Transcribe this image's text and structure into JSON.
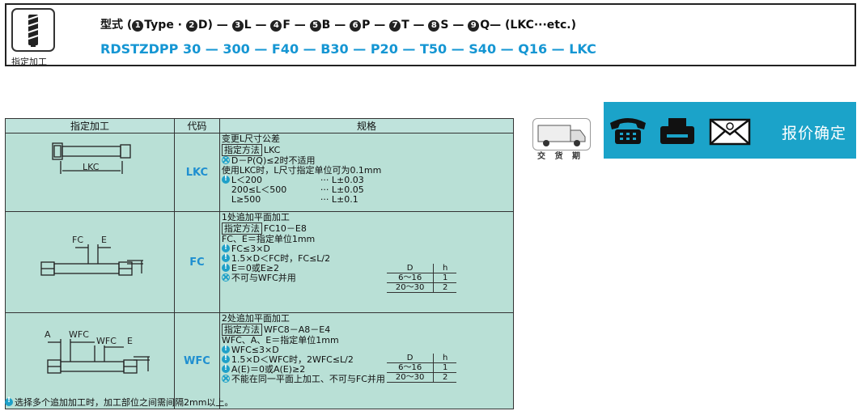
{
  "header": {
    "icon_label": "指定加工",
    "form_prefix": "型式 (",
    "form_parts": [
      {
        "num": "1",
        "text": "Type · "
      },
      {
        "num": "2",
        "text": "D) — "
      },
      {
        "num": "3",
        "text": "L — "
      },
      {
        "num": "4",
        "text": "F — "
      },
      {
        "num": "5",
        "text": "B — "
      },
      {
        "num": "6",
        "text": "P — "
      },
      {
        "num": "7",
        "text": "T — "
      },
      {
        "num": "8",
        "text": "S — "
      },
      {
        "num": "9",
        "text": "Q— "
      }
    ],
    "form_suffix": "(LKC···etc.)",
    "example": "RDSTZDPP 30 — 300 — F40 — B30 — P20 — T50 — S40 — Q16 — LKC"
  },
  "table": {
    "headers": [
      "指定加工",
      "代码",
      "规格"
    ],
    "rows": [
      {
        "code": "LKC",
        "dim_labels": [
          "LKC"
        ],
        "title": "变更L尺寸公差",
        "method_label": "指定方法",
        "method": "LKC",
        "cross_note": "D－P(Q)≤2时不适用",
        "note": "使用LKC时，L尺寸指定单位可为0.1mm",
        "tolerances": [
          {
            "range": "L＜200",
            "value": "··· L±0.03"
          },
          {
            "range": "200≤L＜500",
            "value": "··· L±0.05"
          },
          {
            "range": "L≥500",
            "value": "··· L±0.1"
          }
        ]
      },
      {
        "code": "FC",
        "dim_labels": [
          "FC",
          "E"
        ],
        "title": "1处追加平面加工",
        "method_label": "指定方法",
        "method": "FC10－E8",
        "note": "FC、E＝指定单位1mm",
        "tips": [
          "FC≤3×D",
          "1.5×D＜FC时，FC≤L/2",
          "E＝0或E≥2"
        ],
        "cross_note": "不可与WFC并用",
        "dh_table": {
          "headers": [
            "D",
            "h"
          ],
          "rows": [
            [
              "6～16",
              "1"
            ],
            [
              "20～30",
              "2"
            ]
          ]
        }
      },
      {
        "code": "WFC",
        "dim_labels": [
          "A",
          "WFC",
          "WFC",
          "E"
        ],
        "title": "2处追加平面加工",
        "method_label": "指定方法",
        "method": "WFC8－A8－E4",
        "note": "WFC、A、E＝指定单位1mm",
        "tips": [
          "WFC≤3×D",
          "1.5×D＜WFC时，2WFC≤L/2",
          "A(E)＝0或A(E)≥2"
        ],
        "cross_note": "不能在同一平面上加工、不可与FC并用",
        "dh_table": {
          "headers": [
            "D",
            "h"
          ],
          "rows": [
            [
              "6～16",
              "1"
            ],
            [
              "20～30",
              "2"
            ]
          ]
        }
      }
    ]
  },
  "footnote": "选择多个追加加工时，加工部位之间需间隔2mm以上。",
  "side": {
    "delivery_label": "交 货 期",
    "quote_label": "报价确定"
  }
}
